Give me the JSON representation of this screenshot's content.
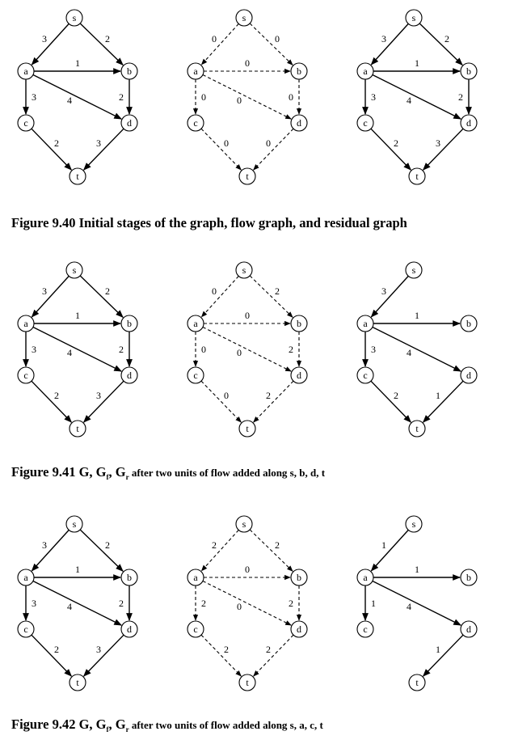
{
  "figures": [
    {
      "caption_main": "Figure 9.40 Initial stages of the graph, flow graph, and residual graph",
      "caption_g": "",
      "caption_gf_sub": "",
      "caption_gr_sub": "",
      "caption_rest": "",
      "graphs": [
        {
          "style": "solid",
          "edges": [
            {
              "from": "s",
              "to": "a",
              "label": "3"
            },
            {
              "from": "s",
              "to": "b",
              "label": "2"
            },
            {
              "from": "a",
              "to": "b",
              "label": "1"
            },
            {
              "from": "a",
              "to": "c",
              "label": "3"
            },
            {
              "from": "a",
              "to": "d",
              "label": "4"
            },
            {
              "from": "b",
              "to": "d",
              "label": "2"
            },
            {
              "from": "c",
              "to": "t",
              "label": "2"
            },
            {
              "from": "d",
              "to": "t",
              "label": "3"
            }
          ]
        },
        {
          "style": "dashed",
          "edges": [
            {
              "from": "s",
              "to": "a",
              "label": "0"
            },
            {
              "from": "s",
              "to": "b",
              "label": "0"
            },
            {
              "from": "a",
              "to": "b",
              "label": "0"
            },
            {
              "from": "a",
              "to": "c",
              "label": "0"
            },
            {
              "from": "a",
              "to": "d",
              "label": "0"
            },
            {
              "from": "b",
              "to": "d",
              "label": "0"
            },
            {
              "from": "c",
              "to": "t",
              "label": "0"
            },
            {
              "from": "d",
              "to": "t",
              "label": "0"
            }
          ]
        },
        {
          "style": "solid",
          "edges": [
            {
              "from": "s",
              "to": "a",
              "label": "3"
            },
            {
              "from": "s",
              "to": "b",
              "label": "2"
            },
            {
              "from": "a",
              "to": "b",
              "label": "1"
            },
            {
              "from": "a",
              "to": "c",
              "label": "3"
            },
            {
              "from": "a",
              "to": "d",
              "label": "4"
            },
            {
              "from": "b",
              "to": "d",
              "label": "2"
            },
            {
              "from": "c",
              "to": "t",
              "label": "2"
            },
            {
              "from": "d",
              "to": "t",
              "label": "3"
            }
          ]
        }
      ]
    },
    {
      "caption_main": "Figure 9.41 G, G",
      "caption_g": "",
      "caption_gf_sub": "f",
      "caption_gr_sub": "r",
      "caption_rest": " after two units of flow added along s, b, d, t",
      "graphs": [
        {
          "style": "solid",
          "edges": [
            {
              "from": "s",
              "to": "a",
              "label": "3"
            },
            {
              "from": "s",
              "to": "b",
              "label": "2"
            },
            {
              "from": "a",
              "to": "b",
              "label": "1"
            },
            {
              "from": "a",
              "to": "c",
              "label": "3"
            },
            {
              "from": "a",
              "to": "d",
              "label": "4"
            },
            {
              "from": "b",
              "to": "d",
              "label": "2"
            },
            {
              "from": "c",
              "to": "t",
              "label": "2"
            },
            {
              "from": "d",
              "to": "t",
              "label": "3"
            }
          ]
        },
        {
          "style": "dashed",
          "edges": [
            {
              "from": "s",
              "to": "a",
              "label": "0"
            },
            {
              "from": "s",
              "to": "b",
              "label": "2"
            },
            {
              "from": "a",
              "to": "b",
              "label": "0"
            },
            {
              "from": "a",
              "to": "c",
              "label": "0"
            },
            {
              "from": "a",
              "to": "d",
              "label": "0"
            },
            {
              "from": "b",
              "to": "d",
              "label": "2"
            },
            {
              "from": "c",
              "to": "t",
              "label": "0"
            },
            {
              "from": "d",
              "to": "t",
              "label": "2"
            }
          ]
        },
        {
          "style": "solid",
          "edges": [
            {
              "from": "s",
              "to": "a",
              "label": "3"
            },
            {
              "from": "a",
              "to": "b",
              "label": "1"
            },
            {
              "from": "a",
              "to": "c",
              "label": "3"
            },
            {
              "from": "a",
              "to": "d",
              "label": "4"
            },
            {
              "from": "c",
              "to": "t",
              "label": "2"
            },
            {
              "from": "d",
              "to": "t",
              "label": "1"
            }
          ]
        }
      ]
    },
    {
      "caption_main": "Figure 9.42 G, G",
      "caption_g": "",
      "caption_gf_sub": "f",
      "caption_gr_sub": "r",
      "caption_rest": " after two units of flow added along s, a, c, t",
      "graphs": [
        {
          "style": "solid",
          "edges": [
            {
              "from": "s",
              "to": "a",
              "label": "3"
            },
            {
              "from": "s",
              "to": "b",
              "label": "2"
            },
            {
              "from": "a",
              "to": "b",
              "label": "1"
            },
            {
              "from": "a",
              "to": "c",
              "label": "3"
            },
            {
              "from": "a",
              "to": "d",
              "label": "4"
            },
            {
              "from": "b",
              "to": "d",
              "label": "2"
            },
            {
              "from": "c",
              "to": "t",
              "label": "2"
            },
            {
              "from": "d",
              "to": "t",
              "label": "3"
            }
          ]
        },
        {
          "style": "dashed",
          "edges": [
            {
              "from": "s",
              "to": "a",
              "label": "2"
            },
            {
              "from": "s",
              "to": "b",
              "label": "2"
            },
            {
              "from": "a",
              "to": "b",
              "label": "0"
            },
            {
              "from": "a",
              "to": "c",
              "label": "2"
            },
            {
              "from": "a",
              "to": "d",
              "label": "0"
            },
            {
              "from": "b",
              "to": "d",
              "label": "2"
            },
            {
              "from": "c",
              "to": "t",
              "label": "2"
            },
            {
              "from": "d",
              "to": "t",
              "label": "2"
            }
          ]
        },
        {
          "style": "solid",
          "edges": [
            {
              "from": "s",
              "to": "a",
              "label": "1"
            },
            {
              "from": "a",
              "to": "b",
              "label": "1"
            },
            {
              "from": "a",
              "to": "c",
              "label": "1"
            },
            {
              "from": "a",
              "to": "d",
              "label": "4"
            },
            {
              "from": "d",
              "to": "t",
              "label": "1"
            }
          ]
        }
      ]
    }
  ],
  "node_labels": [
    "s",
    "a",
    "b",
    "c",
    "d",
    "t"
  ]
}
